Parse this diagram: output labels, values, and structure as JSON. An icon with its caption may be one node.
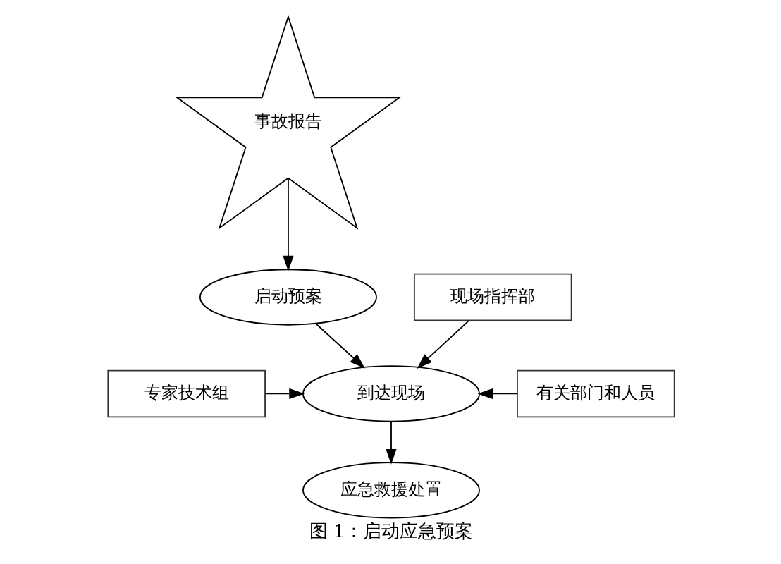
{
  "diagram": {
    "caption": "图 1：启动应急预案",
    "nodes": [
      {
        "text": [
          "事故报告"
        ]
      },
      {
        "text": [
          "启动预案"
        ]
      },
      {
        "text": [
          "现场指挥部"
        ]
      },
      {
        "text": [
          "专家技术组"
        ]
      },
      {
        "text": [
          "到达现场"
        ]
      },
      {
        "text": [
          "有关部门和人员"
        ]
      },
      {
        "text": [
          "应急救援处置"
        ]
      }
    ],
    "edges": [
      {
        "from": 0,
        "to": 1,
        "arrow": "to"
      },
      {
        "from": 1,
        "to": 4,
        "arrow": "to"
      },
      {
        "from": 2,
        "to": 4,
        "arrow": "to"
      },
      {
        "from": 3,
        "to": 4,
        "arrow": "to"
      },
      {
        "from": 5,
        "to": 4,
        "arrow": "to"
      },
      {
        "from": 4,
        "to": 6,
        "arrow": "to"
      }
    ]
  }
}
